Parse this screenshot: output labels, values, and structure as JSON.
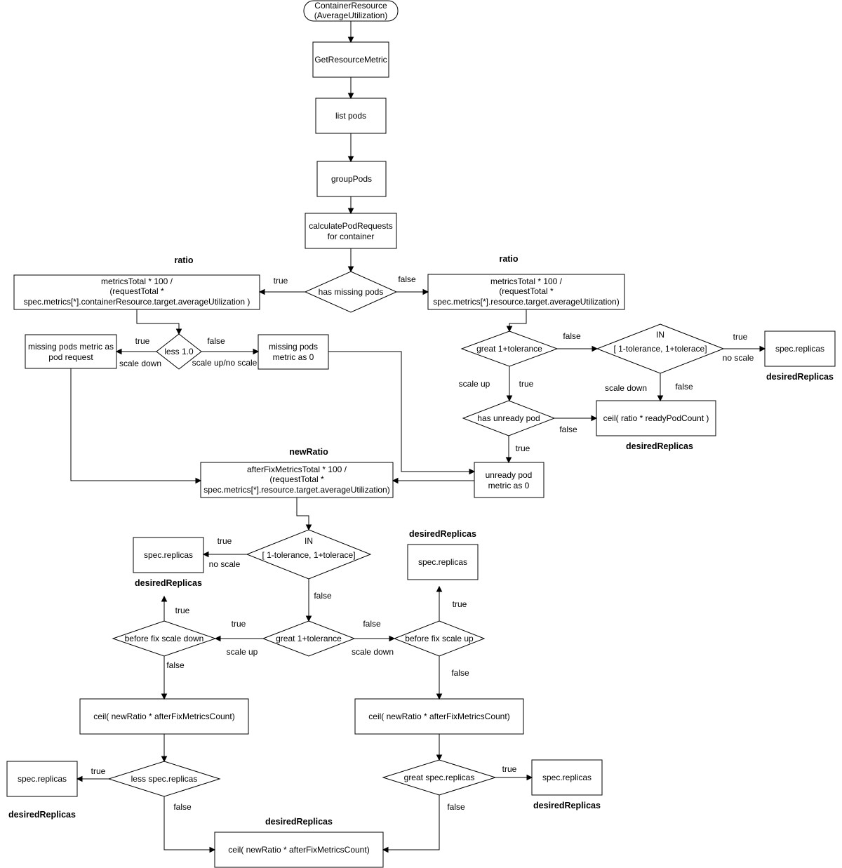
{
  "nodes": {
    "start": [
      "ContainerResource",
      "(AverageUtilization)"
    ],
    "get_resource_metric": [
      "GetResourceMetric"
    ],
    "list_pods": [
      "list pods"
    ],
    "group_pods": [
      "groupPods"
    ],
    "calc_pod_requests": [
      "calculatePodRequests",
      "for container"
    ],
    "has_missing_pods": [
      "has missing pods"
    ],
    "ratio_missing": [
      "metricsTotal * 100 /",
      "(requestTotal *",
      "spec.metrics[*].containerResource.target.averageUtilization )"
    ],
    "ratio_no_missing": [
      "metricsTotal * 100 /",
      "(requestTotal *",
      "spec.metrics[*].resource.target.averageUtilization)"
    ],
    "less_1_0": [
      "less 1.0"
    ],
    "missing_as_request": [
      "missing pods metric as",
      "pod request"
    ],
    "missing_as_0": [
      "missing pods",
      "metric as 0"
    ],
    "great_tol_top": [
      "great 1+tolerance"
    ],
    "in_tol_top": [
      "IN",
      "[ 1-tolerance, 1+tolerace]"
    ],
    "spec_replicas_top": [
      "spec.replicas"
    ],
    "has_unready": [
      "has unready pod"
    ],
    "ceil_ready": [
      "ceil( ratio * readyPodCount )"
    ],
    "unready_as_0": [
      "unready pod",
      "metric as 0"
    ],
    "new_ratio_box": [
      "afterFixMetricsTotal * 100 /",
      "(requestTotal *",
      "spec.metrics[*].resource.target.averageUtilization)"
    ],
    "in_tol_mid": [
      "IN",
      "[ 1-tolerance, 1+tolerace]"
    ],
    "spec_replicas_mid_left": [
      "spec.replicas"
    ],
    "spec_replicas_mid_right": [
      "spec.replicas"
    ],
    "great_tol_mid": [
      "great 1+tolerance"
    ],
    "before_fix_down": [
      "before fix scale down"
    ],
    "before_fix_up": [
      "before fix scale up"
    ],
    "ceil_left": [
      "ceil( newRatio * afterFixMetricsCount)"
    ],
    "ceil_right": [
      "ceil( newRatio * afterFixMetricsCount)"
    ],
    "less_spec": [
      "less spec.replicas"
    ],
    "great_spec": [
      "great spec.replicas"
    ],
    "spec_replicas_bottom_left": [
      "spec.replicas"
    ],
    "spec_replicas_bottom_right": [
      "spec.replicas"
    ],
    "ceil_bottom": [
      "ceil( newRatio * afterFixMetricsCount)"
    ]
  },
  "titles": {
    "ratio_left": "ratio",
    "ratio_right": "ratio",
    "desired_top_right": "desiredReplicas",
    "desired_ceil_ready": "desiredReplicas",
    "new_ratio": "newRatio",
    "desired_mid_left": "desiredReplicas",
    "desired_mid_right": "desiredReplicas",
    "desired_bottom_left": "desiredReplicas",
    "desired_bottom_right": "desiredReplicas",
    "desired_bottom_center": "desiredReplicas"
  },
  "edge_labels": {
    "missing_true": "true",
    "missing_false": "false",
    "less10_true": "true",
    "less10_scale_down": "scale down",
    "less10_false": "false",
    "less10_scale_up": "scale up/no scale",
    "great_top_false": "false",
    "great_top_scale_up": "scale up",
    "great_top_true": "true",
    "in_top_true": "true",
    "in_top_no_scale": "no scale",
    "in_top_scale_down": "scale down",
    "in_top_false": "false",
    "unready_false": "false",
    "unready_true": "true",
    "in_mid_true": "true",
    "in_mid_no_scale": "no scale",
    "in_mid_false": "false",
    "great_mid_true": "true",
    "great_mid_scale_up": "scale up",
    "great_mid_false": "false",
    "great_mid_scale_down": "scale down",
    "bfd_true": "true",
    "bfd_false": "false",
    "bfu_true": "true",
    "bfu_false": "false",
    "less_spec_true": "true",
    "less_spec_false": "false",
    "great_spec_true": "true",
    "great_spec_false": "false"
  }
}
